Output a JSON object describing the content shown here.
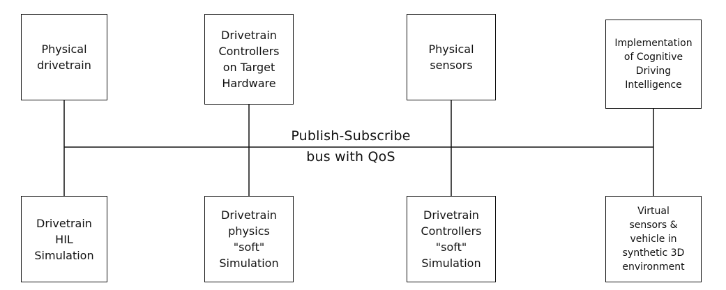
{
  "top_nodes": [
    {
      "label": "Physical\ndrivetrain"
    },
    {
      "label": "Drivetrain\nControllers\non Target\nHardware"
    },
    {
      "label": "Physical\nsensors"
    },
    {
      "label": "Implementation\nof Cognitive\nDriving\nIntelligence"
    }
  ],
  "bus": {
    "label_line1": "Publish-Subscribe",
    "label_line2": "bus with QoS"
  },
  "bottom_nodes": [
    {
      "label": "Drivetrain\nHIL\nSimulation"
    },
    {
      "label": "Drivetrain\nphysics\n\"soft\"\nSimulation"
    },
    {
      "label": "Drivetrain\nControllers\n\"soft\"\nSimulation"
    },
    {
      "label": "Virtual\nsensors &\nvehicle in\nsynthetic 3D\nenvironment"
    }
  ]
}
